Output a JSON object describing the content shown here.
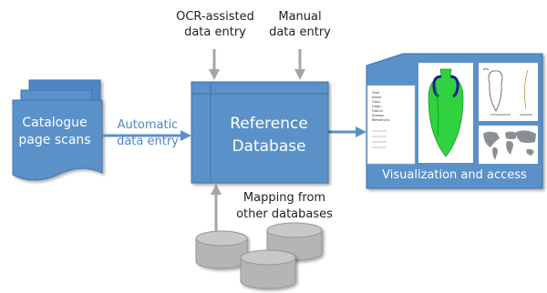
{
  "nodes": {
    "catalogue": "Catalogue\npage scans",
    "database": "Reference\nDatabase",
    "visualization": "Visualization and access",
    "mapping": "Mapping from\nother databases"
  },
  "edges": {
    "automatic": "Automatic\ndata entry",
    "ocr": "OCR-assisted\ndata entry",
    "manual": "Manual\ndata entry"
  },
  "document_fields": [
    "Type",
    "Name",
    "Class",
    "Origin",
    "Fabrics",
    "Stamps",
    "References"
  ],
  "colors": {
    "node_fill": "#5a91c9",
    "node_stroke": "#3f74ad",
    "arrow_blue": "#5b8fc7",
    "arrow_gray": "#a6a6a6",
    "cylinder": "#b5b5b5",
    "amphora": "#2fd33f"
  }
}
